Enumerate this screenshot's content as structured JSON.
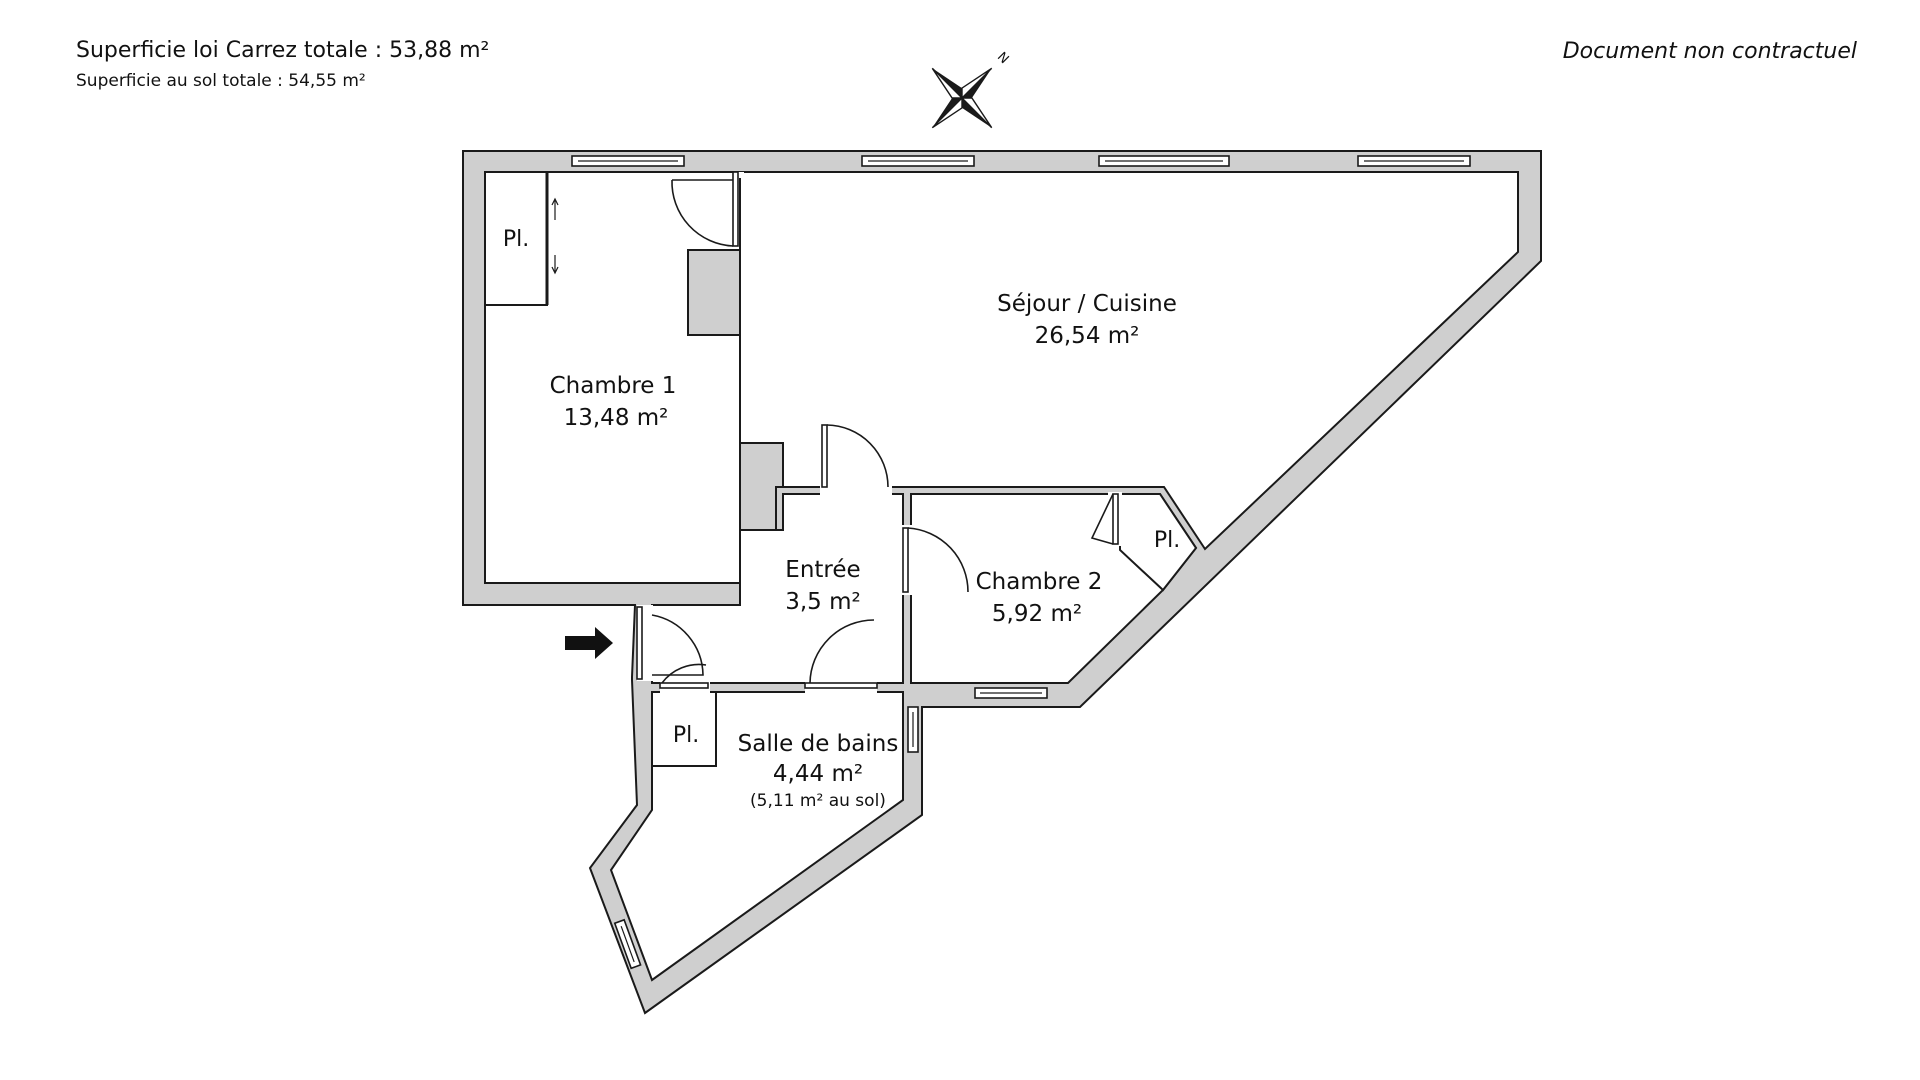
{
  "header": {
    "carrez_total": "Superficie loi Carrez totale :  53,88 m²",
    "floor_total": "Superficie au sol totale :  54,55 m²",
    "disclaimer": "Document non contractuel"
  },
  "compass": {
    "north_label": "N"
  },
  "rooms": {
    "sejour": {
      "name": "Séjour / Cuisine",
      "area": "26,54 m²"
    },
    "chambre1": {
      "name": "Chambre 1",
      "area": "13,48 m²"
    },
    "entree": {
      "name": "Entrée",
      "area": "3,5 m²"
    },
    "chambre2": {
      "name": "Chambre 2",
      "area": "5,92 m²"
    },
    "sdb": {
      "name": "Salle de bains",
      "area": "4,44 m²",
      "floor_area": "(5,11 m² au sol)"
    }
  },
  "closets": {
    "pl_chambre1": "Pl.",
    "pl_chambre2": "Pl.",
    "pl_sdb": "Pl."
  },
  "icons": {
    "compass": "compass-rose-icon",
    "entrance": "entrance-arrow-icon",
    "sliding": "sliding-arrow-icon"
  },
  "colors": {
    "wall": "#cfcfcf",
    "line": "#1a1a1a",
    "room": "#ffffff"
  }
}
